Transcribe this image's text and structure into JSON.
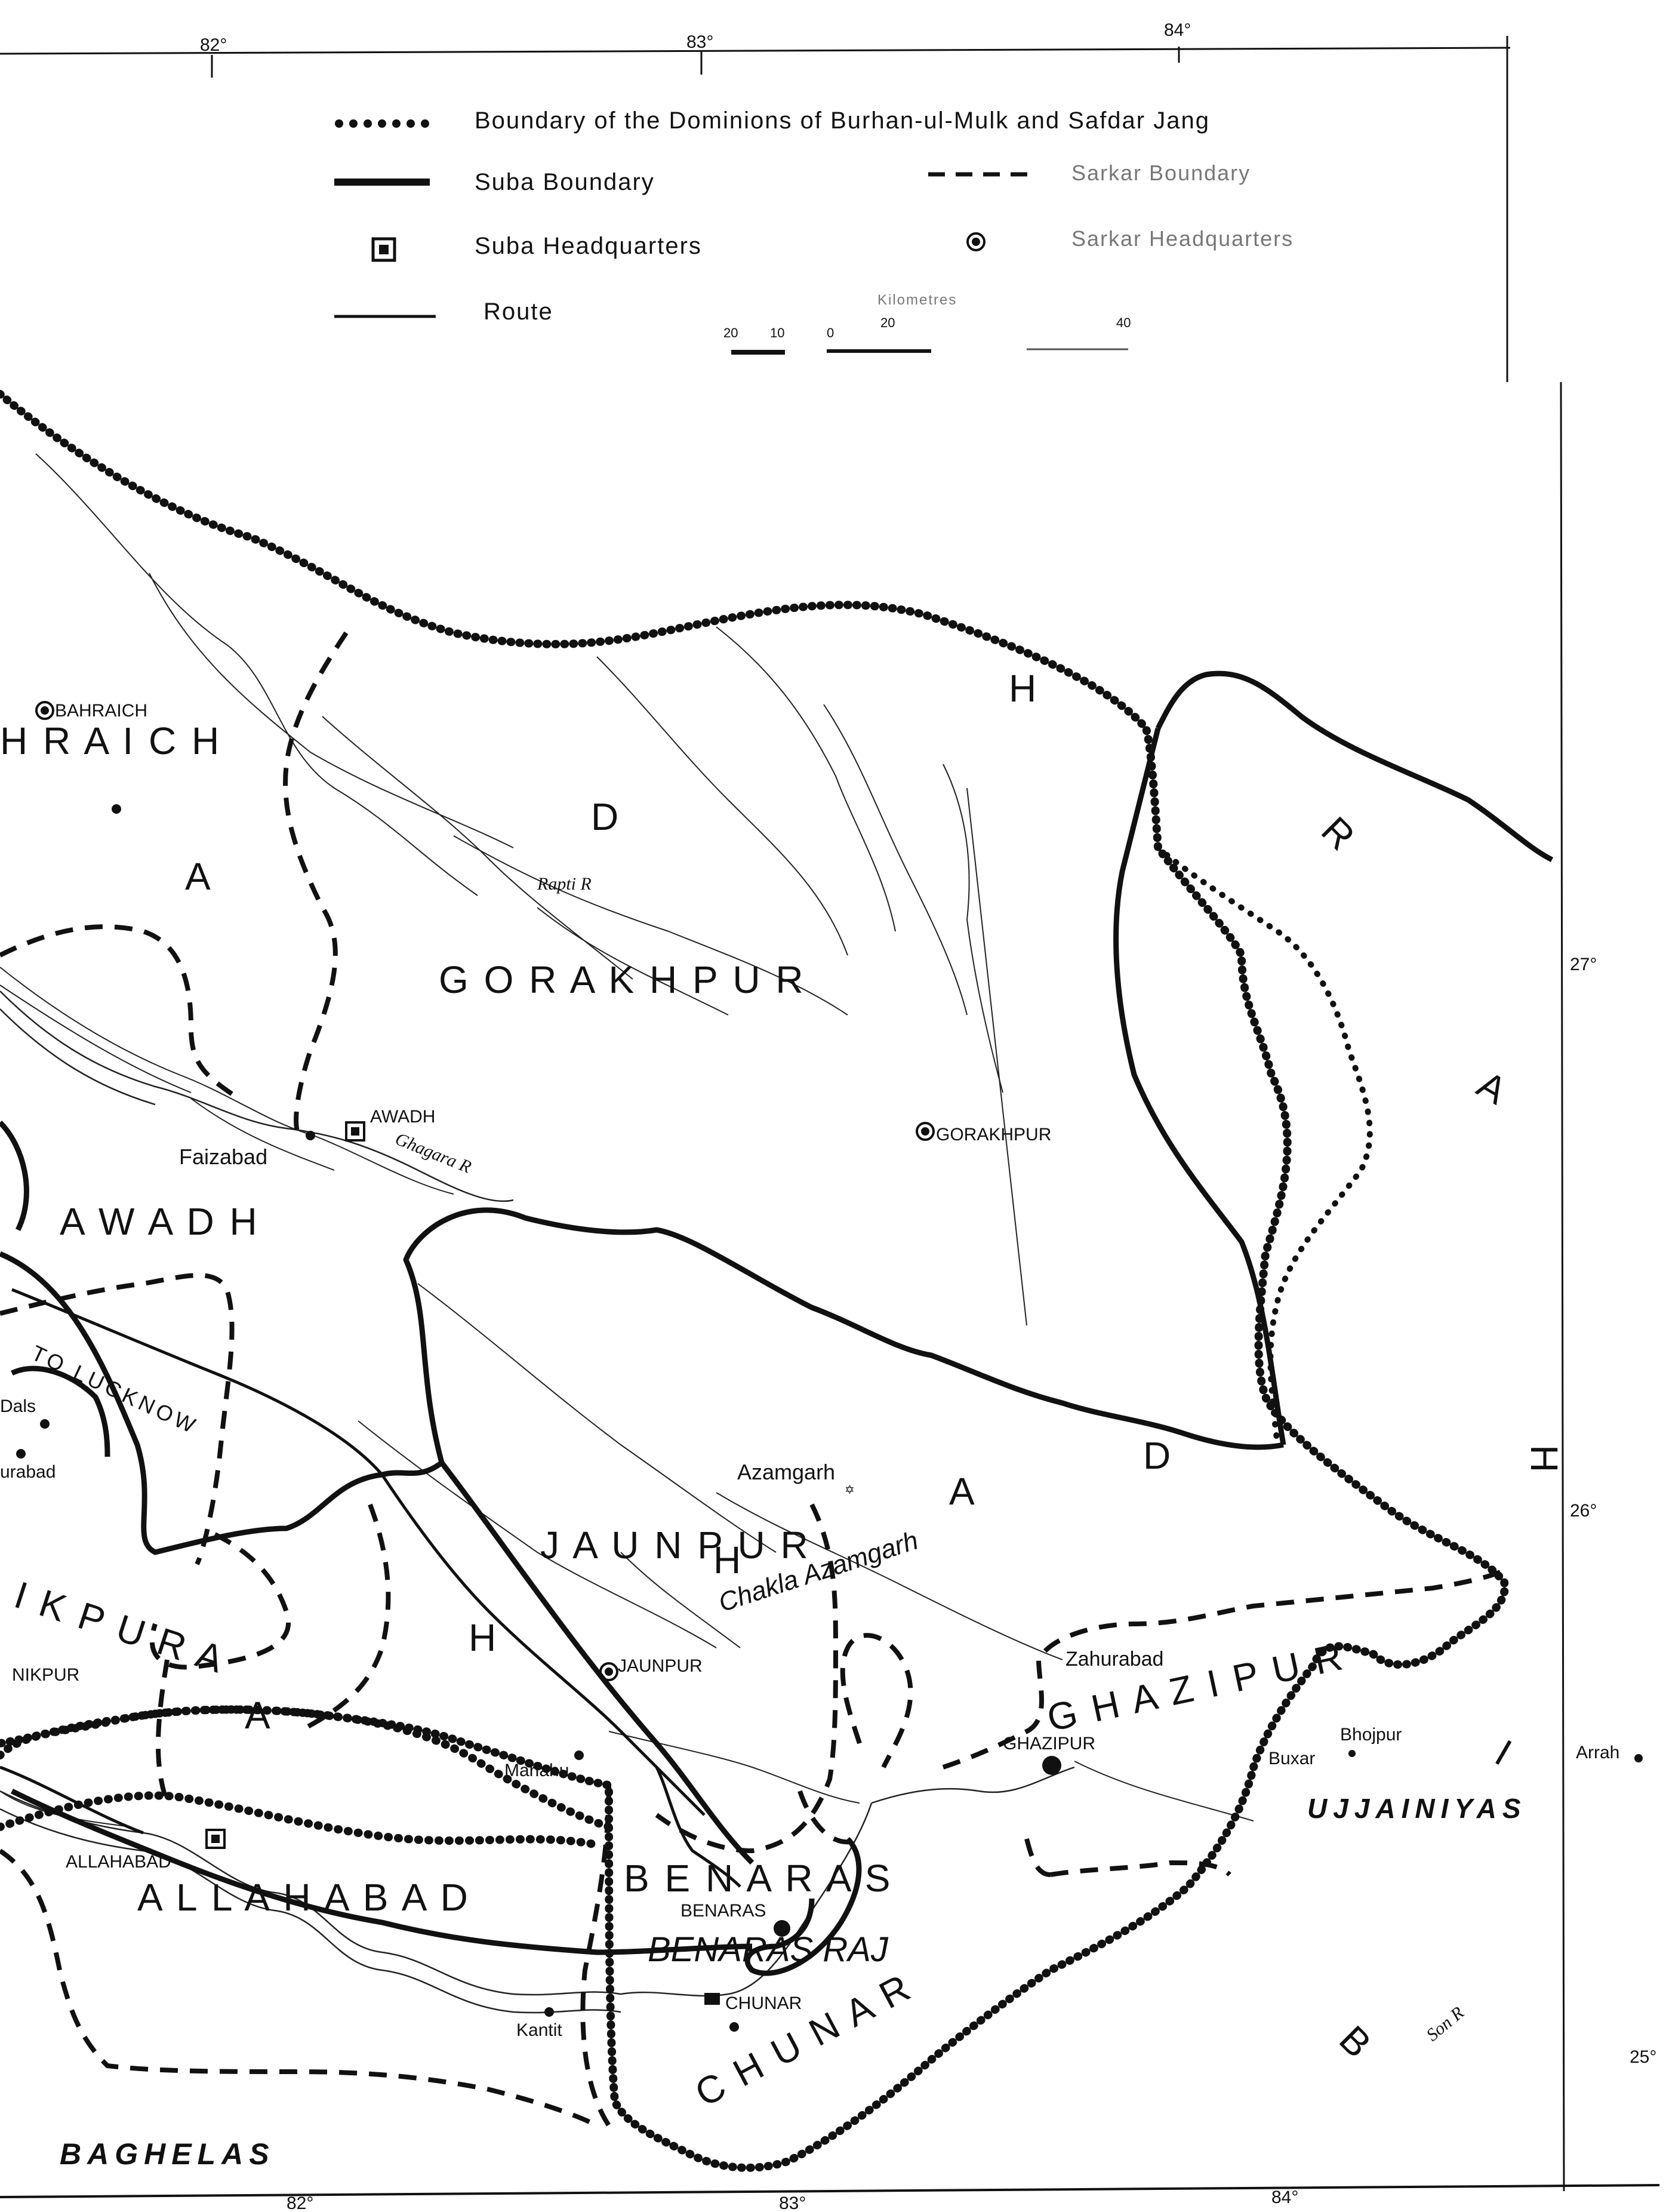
{
  "legend": {
    "dominion_boundary": "Boundary of the Dominions of Burhan-ul-Mulk and Safdar Jang",
    "suba_boundary": "Suba Boundary",
    "sarkar_boundary": "Sarkar Boundary",
    "suba_headquarters": "Suba Headquarters",
    "sarkar_headquarters": "Sarkar Headquarters",
    "route": "Route",
    "scale_title": "Kilometres",
    "scale_ticks": [
      "20",
      "10",
      "0",
      "20",
      "40"
    ]
  },
  "graticule": {
    "top": [
      "82°",
      "83°",
      "84°"
    ],
    "bottom": [
      "82°",
      "83°",
      "84°"
    ],
    "right": [
      "27°",
      "26°",
      "25°"
    ]
  },
  "regions": {
    "bahraich": "H R A I C H",
    "gorakhpur": "G O R A K H P U R",
    "awadh": "A W A D H",
    "jaunpur": "J A U N P U R",
    "manikpur": "I K P U R A",
    "allahabad": "A L L A H A B A D",
    "benaras": "B E N A R A S",
    "ghazipur": "G H A Z I P U R",
    "chunar": "C H U N A R",
    "benaras_raj": "BENARAS RAJ",
    "chakla_azamgarh": "Chakla Azamgarh",
    "suba_awadh_letters": [
      "A",
      "W",
      "A",
      "D",
      "H"
    ],
    "bihar_letters": [
      "B",
      "I",
      "H",
      "A",
      "R"
    ],
    "east_letters": [
      "H",
      "D",
      "A",
      "R",
      "A",
      "D"
    ]
  },
  "places": {
    "bahraich": "BAHRAICH",
    "awadh": "AWADH",
    "faizabad": "Faizabad",
    "gorakhpur": "GORAKHPUR",
    "azamgarh": "Azamgarh",
    "jaunpur": "JAUNPUR",
    "manikpur": "NIKPUR",
    "mariahu": "Mariahu",
    "allahabad": "ALLAHABAD",
    "benaras": "BENARAS",
    "chunar": "CHUNAR",
    "kantit": "Kantit",
    "zahurabad": "Zahurabad",
    "ghazipur": "GHAZIPUR",
    "buxar": "Buxar",
    "bhojpur": "Bhojpur",
    "arrah": "Arrah",
    "dalmau": "Dals",
    "nawabganj": "urabad"
  },
  "rivers": {
    "rapti": "Rapti R",
    "ghagara": "Ghagara R",
    "son": "Son R"
  },
  "routes": {
    "to_lucknow": "TO LUCKNOW"
  },
  "tribes": {
    "ujjainiyas": "UJJAINIYAS",
    "baghelas": "BAGHELAS"
  }
}
